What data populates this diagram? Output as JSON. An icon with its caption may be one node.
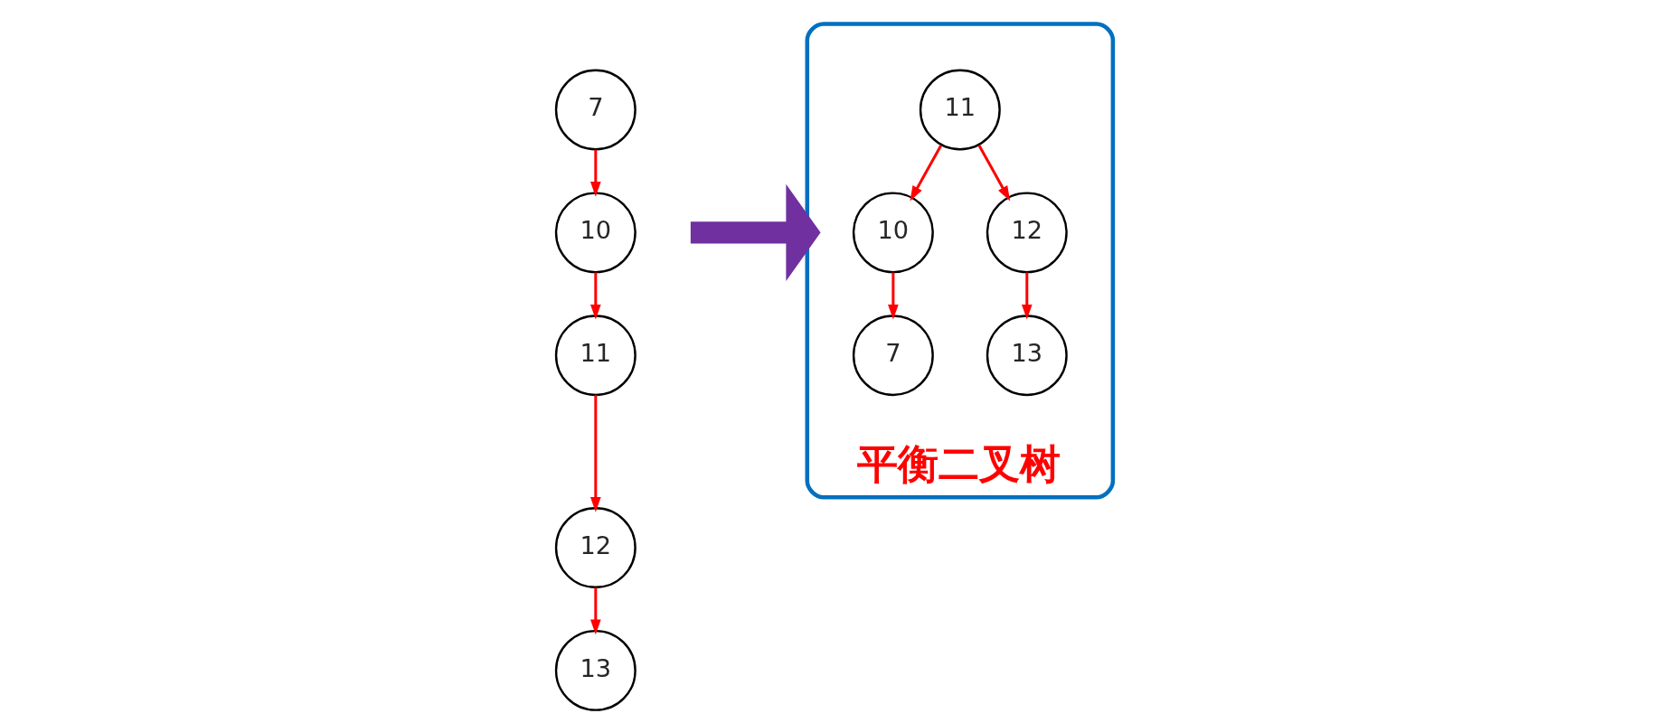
{
  "diagram": {
    "nodes": [
      {
        "text": [
          "7"
        ]
      },
      {
        "text": [
          "10"
        ]
      },
      {
        "text": [
          "11"
        ]
      },
      {
        "text": [
          "12"
        ]
      },
      {
        "text": [
          "13"
        ]
      },
      {
        "text": [
          "平衡二叉树"
        ]
      },
      {
        "text": [
          "11"
        ],
        "in": 5
      },
      {
        "text": [
          "10"
        ],
        "in": 5
      },
      {
        "text": [
          "12"
        ],
        "in": 5
      },
      {
        "text": [
          "7"
        ],
        "in": 5
      },
      {
        "text": [
          "13"
        ],
        "in": 5
      }
    ],
    "edges": [
      {
        "from": 0,
        "to": 1,
        "arrow": "to"
      },
      {
        "from": 1,
        "to": 2,
        "arrow": "to"
      },
      {
        "from": 2,
        "to": 3,
        "arrow": "to"
      },
      {
        "from": 3,
        "to": 4,
        "arrow": "to"
      },
      {
        "from": null,
        "to": 5,
        "arrow": "to",
        "style": "thick",
        "color": "#7030a0"
      },
      {
        "from": 6,
        "to": 7,
        "arrow": "to"
      },
      {
        "from": 6,
        "to": 8,
        "arrow": "to"
      },
      {
        "from": 7,
        "to": 9,
        "arrow": "to"
      },
      {
        "from": 8,
        "to": 10,
        "arrow": "to"
      }
    ]
  }
}
